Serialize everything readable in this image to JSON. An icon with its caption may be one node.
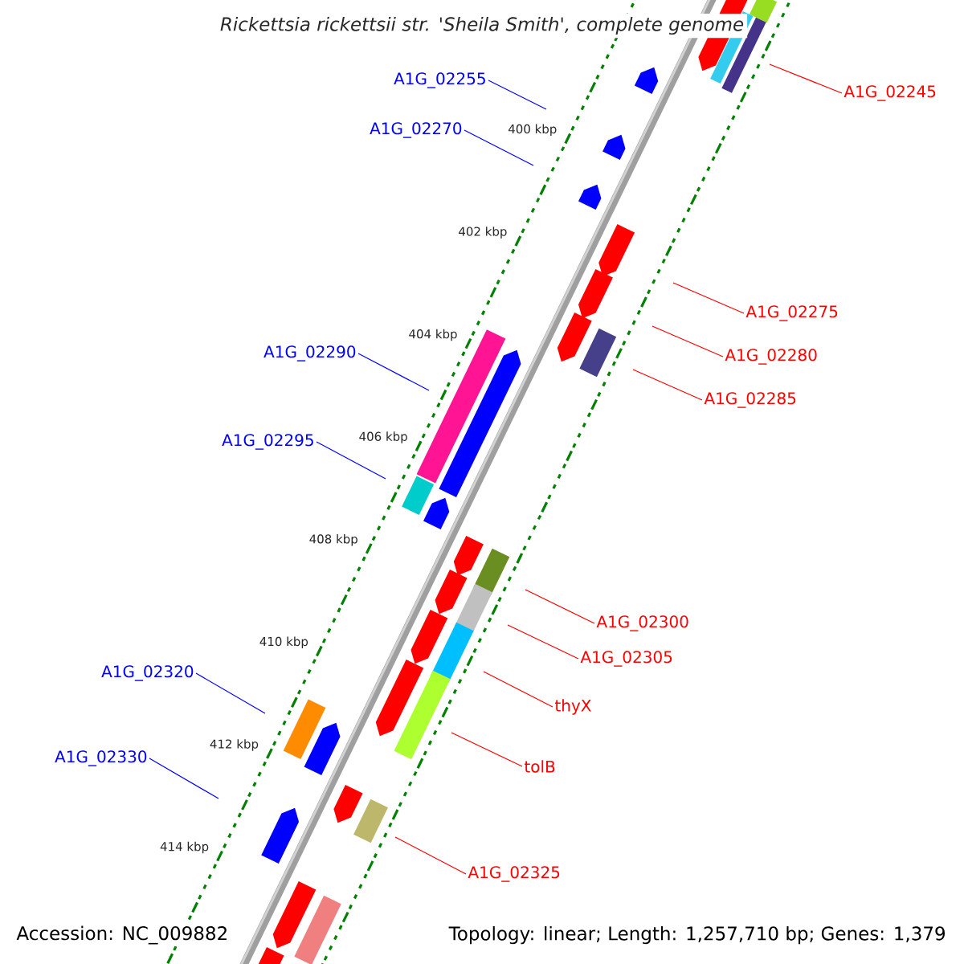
{
  "diagram": {
    "title": "Rickettsia rickettsii str. 'Sheila Smith', complete genome",
    "nodes": [
      {
        "text": [
          "A1G_02255"
        ]
      },
      {
        "text": [
          "A1G_02245"
        ]
      },
      {
        "text": [
          "A1G_02270"
        ]
      },
      {
        "text": [
          "A1G_02275"
        ]
      },
      {
        "text": [
          "A1G_02290"
        ]
      },
      {
        "text": [
          "A1G_02280"
        ]
      },
      {
        "text": [
          "A1G_02285"
        ]
      },
      {
        "text": [
          "A1G_02295"
        ]
      },
      {
        "text": [
          "A1G_02300"
        ]
      },
      {
        "text": [
          "A1G_02305"
        ]
      },
      {
        "text": [
          "A1G_02320"
        ]
      },
      {
        "text": [
          "thyX"
        ]
      },
      {
        "text": [
          "A1G_02330"
        ]
      },
      {
        "text": [
          "tolB"
        ]
      },
      {
        "text": [
          "A1G_02325"
        ]
      }
    ],
    "edges": [
      {
        "from": 0,
        "to": null,
        "arrow": "none",
        "color": "#0000ff"
      },
      {
        "from": 1,
        "to": null,
        "arrow": "none",
        "color": "#ff0000"
      },
      {
        "from": 2,
        "to": null,
        "arrow": "none",
        "color": "#0000ff"
      },
      {
        "from": 3,
        "to": null,
        "arrow": "none",
        "color": "#ff0000"
      },
      {
        "from": 4,
        "to": null,
        "arrow": "none",
        "color": "#0000ff"
      },
      {
        "from": 5,
        "to": null,
        "arrow": "none",
        "color": "#ff0000"
      },
      {
        "from": 6,
        "to": null,
        "arrow": "none",
        "color": "#ff0000"
      },
      {
        "from": 7,
        "to": null,
        "arrow": "none",
        "color": "#0000ff"
      },
      {
        "from": 8,
        "to": null,
        "arrow": "none",
        "color": "#ff0000"
      },
      {
        "from": 9,
        "to": null,
        "arrow": "none",
        "color": "#ff0000"
      },
      {
        "from": 10,
        "to": null,
        "arrow": "none",
        "color": "#0000ff"
      },
      {
        "from": 11,
        "to": null,
        "arrow": "none",
        "color": "#ff0000"
      },
      {
        "from": 12,
        "to": null,
        "arrow": "none",
        "color": "#0000ff"
      },
      {
        "from": 13,
        "to": null,
        "arrow": "none",
        "color": "#ff0000"
      },
      {
        "from": 14,
        "to": null,
        "arrow": "none",
        "color": "#ff0000"
      }
    ],
    "labels": [
      "400 kbp",
      "402 kbp",
      "404 kbp",
      "406 kbp",
      "408 kbp",
      "410 kbp",
      "412 kbp",
      "414 kbp",
      "Accession: NC_009882",
      "Topology: linear; Length: 1,257,710 bp; Genes: 1,379"
    ]
  }
}
